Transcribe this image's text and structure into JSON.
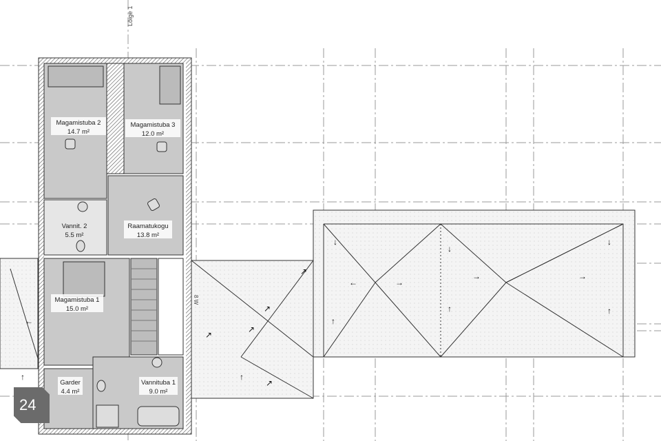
{
  "section_label": "Lõige 1",
  "side_label": "8 W",
  "page_badge": "24",
  "rooms": [
    {
      "name": "Magamistuba 2",
      "area": "14.7 m²"
    },
    {
      "name": "Magamistuba 3",
      "area": "12.0 m²"
    },
    {
      "name": "Raamatukogu",
      "area": "13.8 m²"
    },
    {
      "name": "Vannit. 2",
      "area": "5.5 m²"
    },
    {
      "name": "Magamistuba 1",
      "area": "15.0 m²"
    },
    {
      "name": "Garder",
      "area": "4.4 m²"
    },
    {
      "name": "Vannituba 1",
      "area": "9.0 m²"
    }
  ],
  "colors": {
    "room": "#c9c9c9",
    "wall": "#555555",
    "roof": "#f2f2f2"
  }
}
